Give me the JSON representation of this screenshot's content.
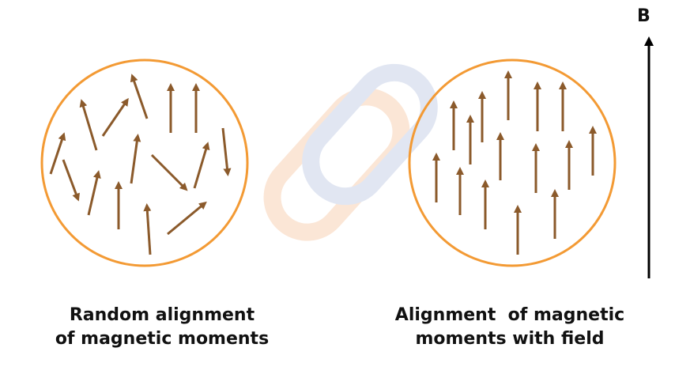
{
  "colors": {
    "circle_stroke": "#F39A34",
    "arrow": "#8B5A2B",
    "field_arrow": "#000000",
    "watermark_orange": "#FBE6D6",
    "watermark_blue": "#E1E6F2"
  },
  "field_label": "B",
  "captions": {
    "left": {
      "line1": "Random alignment",
      "line2": "of magnetic moments"
    },
    "right": {
      "line1": "Alignment  of magnetic",
      "line2": "moments with field"
    }
  },
  "watermark_icon": "link-icon"
}
